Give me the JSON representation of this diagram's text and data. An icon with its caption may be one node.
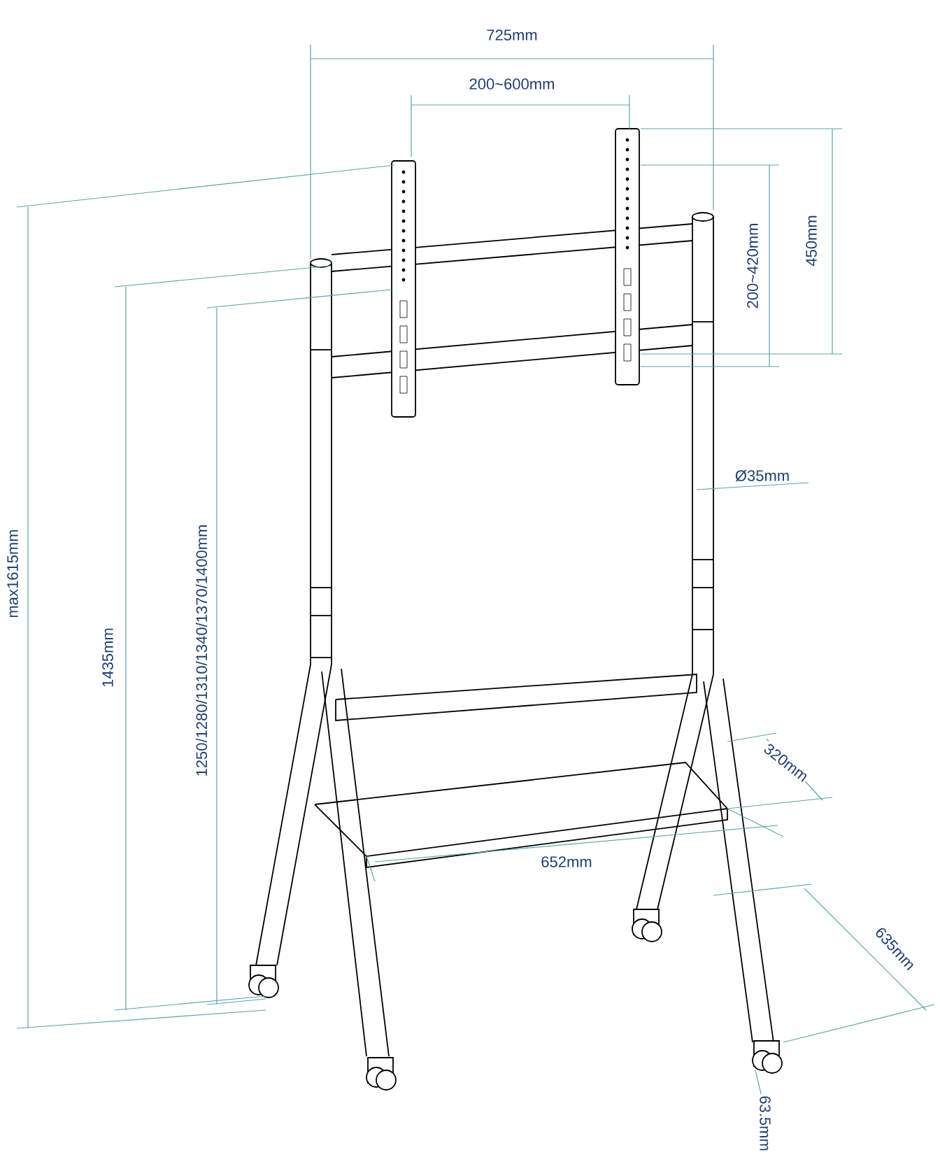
{
  "diagram": {
    "labels": [
      "725mm",
      "200~600mm",
      "450mm",
      "200~420mm",
      "Ø35mm",
      "max1615mm",
      "1435mm",
      "1250/1280/1310/1340/1370/1400mm",
      "320mm",
      "652mm",
      "635mm",
      "63.5mm"
    ]
  }
}
